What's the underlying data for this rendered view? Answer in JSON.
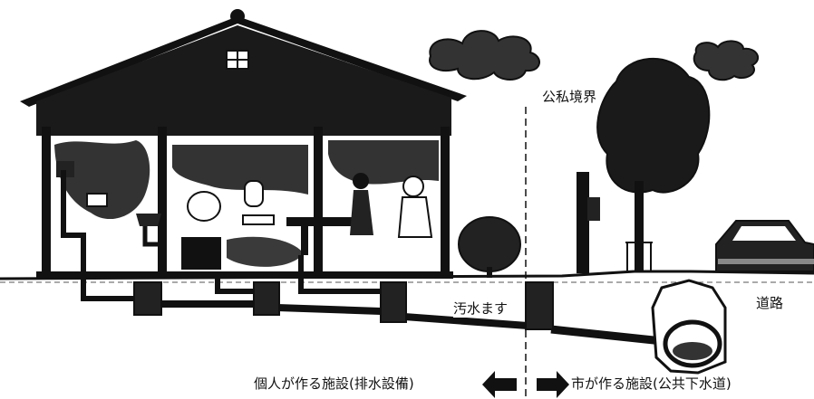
{
  "labels": {
    "boundary": "公私境界",
    "sewage_basin": "汚水ます",
    "road": "道路",
    "private_facility": "個人が作る施設(排水設備)",
    "public_facility": "市が作る施設(公共下水道)"
  },
  "colors": {
    "ink": "#111111",
    "paper": "#ffffff",
    "shadow": "#3a3a3a"
  }
}
